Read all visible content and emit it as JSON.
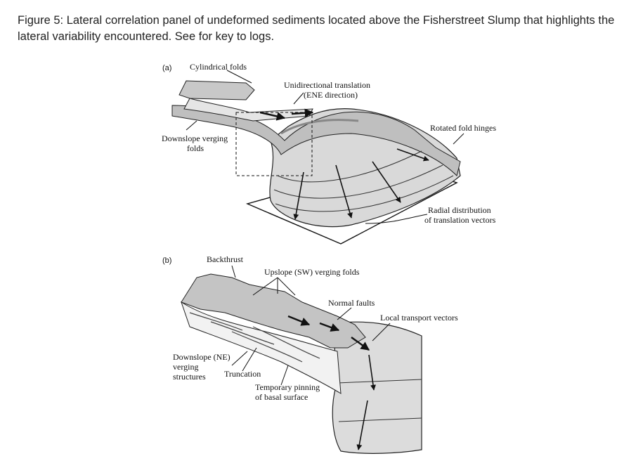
{
  "caption": "Figure 5: Lateral correlation panel of undeformed sediments located above the Fisherstreet Slump that highlights the lateral variability encountered. See for key to logs.",
  "panel_a": {
    "label": "(a)",
    "cylindrical_folds": "Cylindrical folds",
    "unidirectional_1": "Unidirectional translation",
    "unidirectional_2": "(ENE direction)",
    "rotated_fold_hinges": "Rotated fold hinges",
    "downslope_1": "Downslope verging",
    "downslope_2": "folds",
    "radial_1": "Radial distribution",
    "radial_2": "of translation vectors"
  },
  "panel_b": {
    "label": "(b)",
    "backthrust": "Backthrust",
    "upslope": "Upslope (SW) verging folds",
    "normal_faults": "Normal faults",
    "local_transport": "Local transport vectors",
    "downslope_1": "Downslope (NE)",
    "downslope_2": "verging",
    "downslope_3": "structures",
    "truncation": "Truncation",
    "pinning_1": "Temporary pinning",
    "pinning_2": "of basal surface"
  }
}
